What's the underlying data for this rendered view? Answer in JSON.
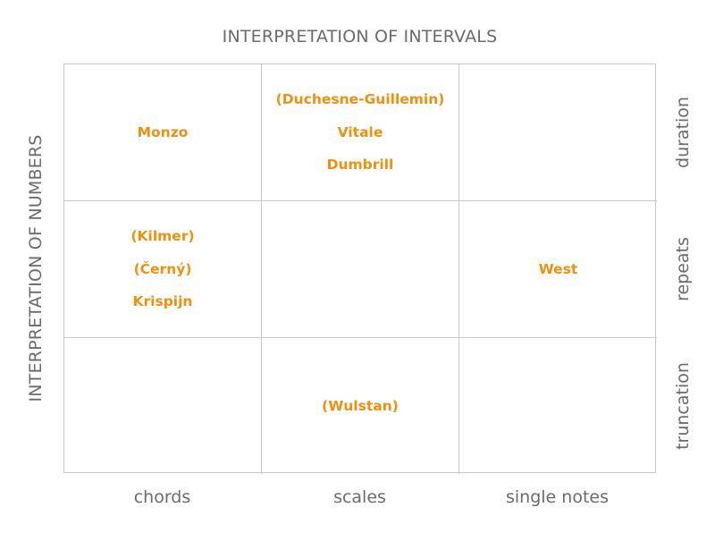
{
  "titles": {
    "top": "INTERPRETATION OF INTERVALS",
    "left": "INTERPRETATION OF NUMBERS"
  },
  "columns": [
    "chords",
    "scales",
    "single notes"
  ],
  "rows": [
    "duration",
    "repeats",
    "truncation"
  ],
  "cells": [
    [
      [
        "Monzo"
      ],
      [
        "(Duchesne-Guillemin)",
        "Vitale",
        "Dumbrill"
      ],
      []
    ],
    [
      [
        "(Kilmer)",
        "(Černý)",
        "Krispijn"
      ],
      [],
      [
        "West"
      ]
    ],
    [
      [],
      [
        "(Wulstan)"
      ],
      []
    ]
  ],
  "colors": {
    "names": "#f0900f",
    "labels": "#6b6b6b",
    "grid": "#c8c8c8"
  }
}
